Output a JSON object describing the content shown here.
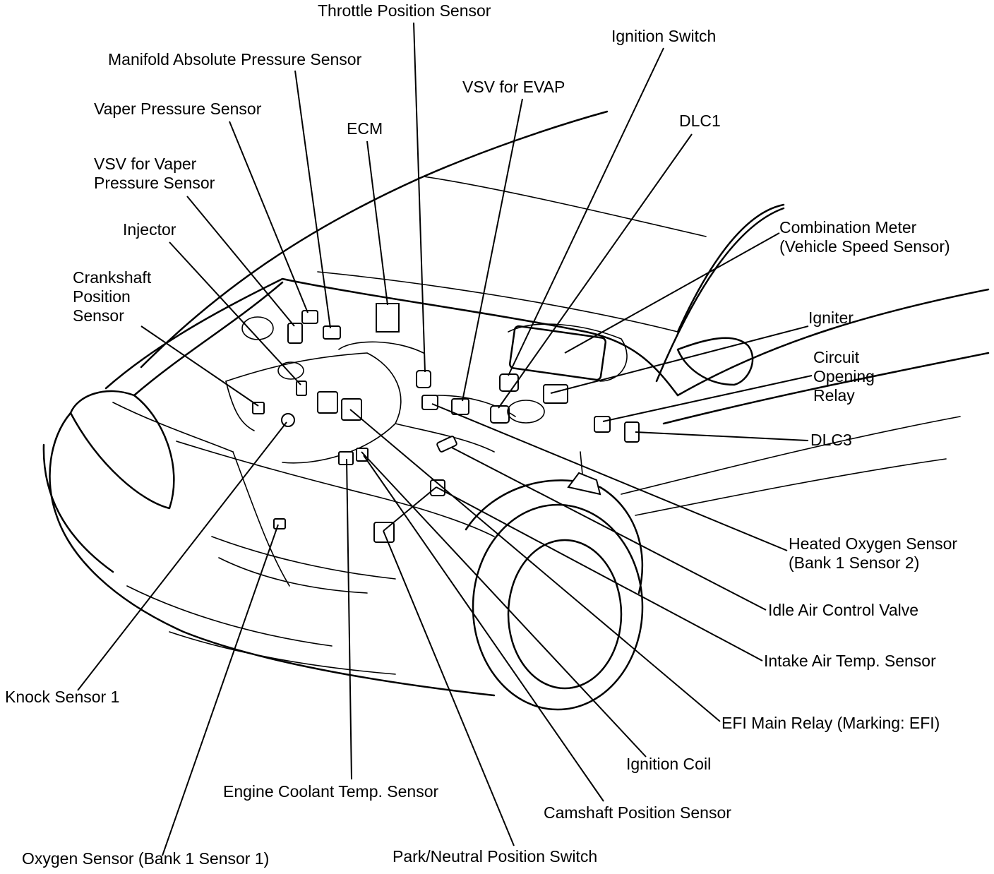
{
  "labels": {
    "throttle_position_sensor": "Throttle Position Sensor",
    "manifold_absolute_pressure_sensor": "Manifold Absolute Pressure Sensor",
    "ignition_switch": "Ignition Switch",
    "vsv_for_evap": "VSV for EVAP",
    "vaper_pressure_sensor": "Vaper Pressure Sensor",
    "ecm": "ECM",
    "dlc1": "DLC1",
    "vsv_vaper_line1": "VSV for Vaper",
    "vsv_vaper_line2": "Pressure Sensor",
    "injector": "Injector",
    "combination_meter_line1": "Combination Meter",
    "combination_meter_line2": "(Vehicle Speed Sensor)",
    "crankshaft_line1": "Crankshaft",
    "crankshaft_line2": "Position",
    "crankshaft_line3": "Sensor",
    "igniter": "Igniter",
    "circuit_opening_line1": "Circuit",
    "circuit_opening_line2": "Opening",
    "circuit_opening_line3": "Relay",
    "dlc3": "DLC3",
    "heated_oxygen_line1": "Heated Oxygen Sensor",
    "heated_oxygen_line2": "(Bank 1 Sensor 2)",
    "idle_air_control_valve": "Idle Air Control Valve",
    "intake_air_temp_sensor": "Intake Air Temp. Sensor",
    "knock_sensor_1": "Knock Sensor 1",
    "efi_main_relay": "EFI Main Relay (Marking: EFI)",
    "ignition_coil": "Ignition Coil",
    "engine_coolant_temp_sensor": "Engine Coolant Temp. Sensor",
    "camshaft_position_sensor": "Camshaft Position Sensor",
    "oxygen_sensor_bank1_sensor1": "Oxygen Sensor (Bank 1 Sensor 1)",
    "park_neutral_position_switch": "Park/Neutral Position Switch"
  }
}
